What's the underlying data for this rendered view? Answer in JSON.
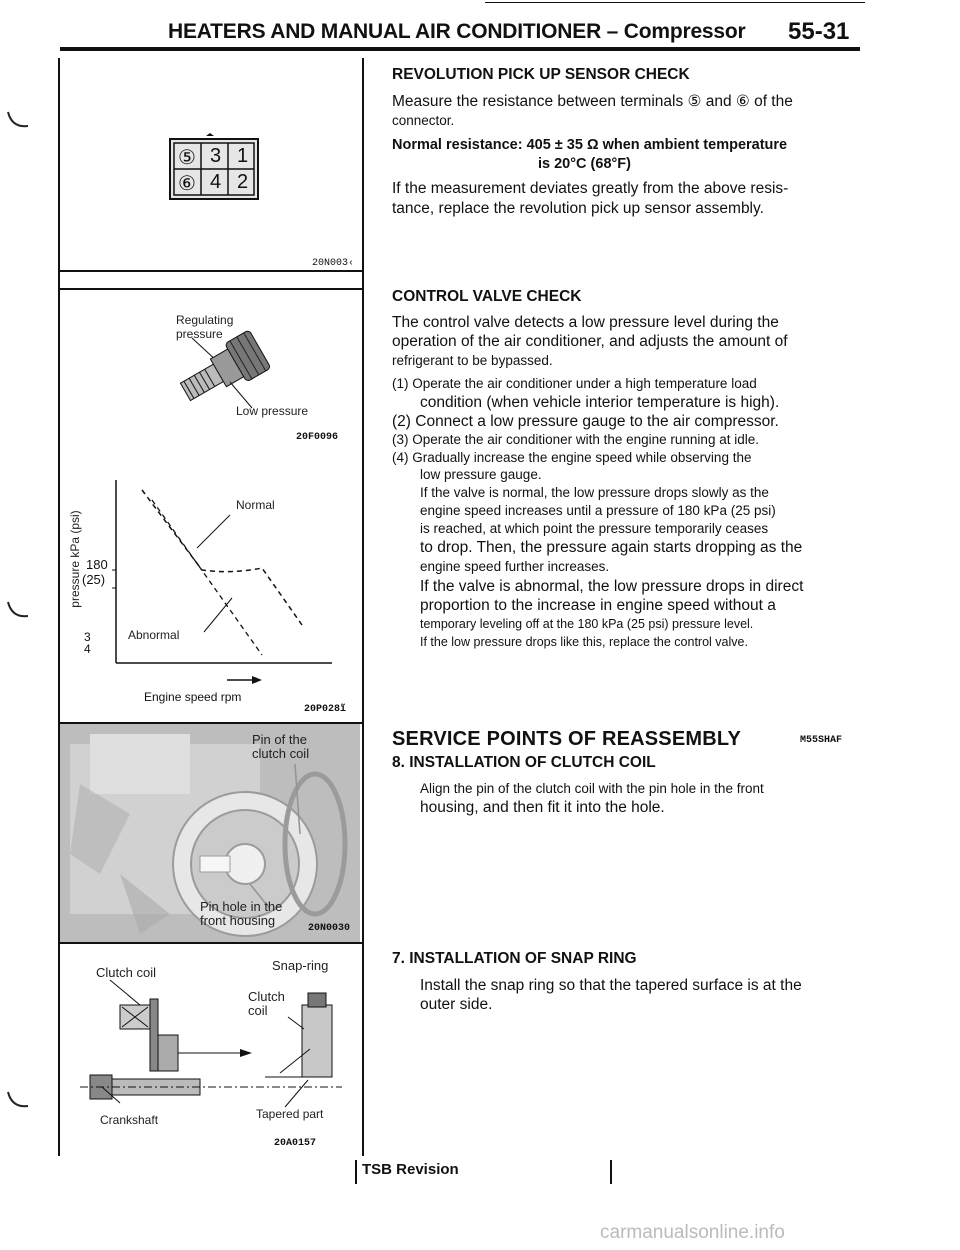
{
  "header": {
    "title": "HEATERS AND MANUAL AIR CONDITIONER – Compressor",
    "page": "55-31"
  },
  "figures": {
    "connector": {
      "pins_top": [
        "⑤",
        "3",
        "1"
      ],
      "pins_bottom": [
        "⑥",
        "4",
        "2"
      ],
      "code": "20N003‹"
    },
    "valve": {
      "label_regulating": "Regulating pressure",
      "label_low": "Low pressure",
      "code": "20F0096"
    },
    "graph": {
      "ylabel": "pressure kPa (psi)",
      "ytick_main": "180",
      "ytick_sub": "(25)",
      "y_low_a": "3",
      "y_low_b": "4",
      "label_normal": "Normal",
      "label_abnormal": "Abnormal",
      "xlabel": "Engine speed rpm",
      "code": "20P028ĩ"
    },
    "clutch_photo": {
      "label_pin": "Pin of the clutch coil",
      "label_hole": "Pin hole in the front housing",
      "code": "20N0030"
    },
    "snap": {
      "label_clutch_coil": "Clutch coil",
      "label_snap_ring": "Snap-ring",
      "label_clutch_coil_2": "Clutch coil",
      "label_crankshaft": "Crankshaft",
      "label_tapered": "Tapered part",
      "code": "20A0157"
    }
  },
  "sections": {
    "rev_sensor": {
      "heading": "REVOLUTION PICK UP SENSOR CHECK",
      "line1": "Measure the resistance between terminals ⑤ and ⑥ of the",
      "line2": "connector.",
      "spec1": "Normal resistance: 405 ± 35 Ω when ambient temperature",
      "spec2": "is 20°C (68°F)",
      "body1": "If the measurement deviates greatly from the above resis-",
      "body2": "tance, replace the revolution pick up sensor assembly."
    },
    "control_valve": {
      "heading": "CONTROL VALVE CHECK",
      "p1": "The control valve detects a low pressure level during the",
      "p2": "operation of the air conditioner, and adjusts the amount of",
      "p3": "refrigerant to be bypassed.",
      "s1a": "(1) Operate the air conditioner under a high temperature load",
      "s1b": "condition (when vehicle interior temperature is high).",
      "s2": "(2) Connect a low pressure gauge to the air compressor.",
      "s3": "(3) Operate the air conditioner with the engine running at idle.",
      "s4a": "(4) Gradually increase the engine speed while observing the",
      "s4b": "low pressure gauge.",
      "n1": "If the valve is normal, the low pressure drops slowly as the",
      "n2": "engine speed increases until a pressure of 180 kPa (25 psi)",
      "n3": "is reached, at which point the pressure temporarily ceases",
      "n4": "to drop. Then, the pressure again starts dropping as the",
      "n5": "engine speed further increases.",
      "a1": "If the valve is abnormal, the low pressure drops in direct",
      "a2": "proportion to the increase in engine speed without a",
      "a3": "temporary leveling off at the 180 kPa (25 psi) pressure level.",
      "a4": "If the low pressure drops like this, replace the control valve."
    },
    "reassembly": {
      "heading": "SERVICE POINTS OF REASSEMBLY",
      "code": "M55SHAF",
      "step8_title": "8. INSTALLATION OF CLUTCH COIL",
      "step8_l1": "Align the pin of the clutch coil with the pin hole in the front",
      "step8_l2": "housing, and then fit it into the hole.",
      "step7_title": "7. INSTALLATION OF SNAP RING",
      "step7_l1": "Install the snap ring so that the tapered surface is at the",
      "step7_l2": "outer side."
    }
  },
  "footer": {
    "revision": "TSB Revision"
  },
  "watermark": "carmanualsonline.info"
}
